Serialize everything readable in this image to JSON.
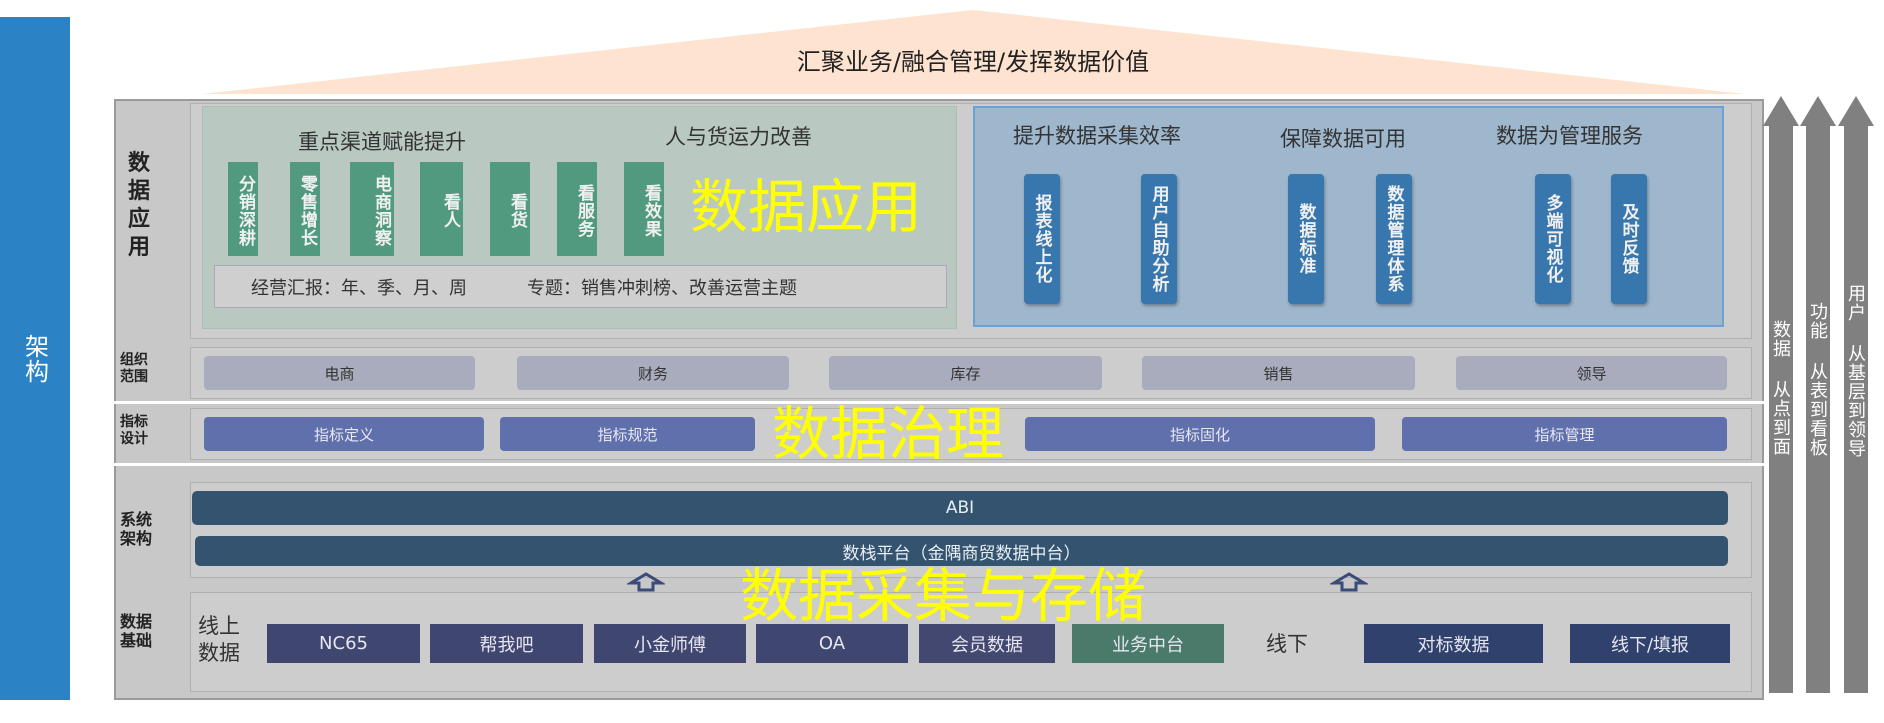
{
  "sidebar": {
    "label": "架构"
  },
  "roof": {
    "title": "汇聚业务/融合管理/发挥数据价值"
  },
  "rows": {
    "app_label": "数据应用",
    "org_label": "组织范围",
    "idx_label": "指标设计",
    "sys_label": "系统架构",
    "base_label": "数据基础"
  },
  "green_panel": {
    "heading1": "重点渠道赋能提升",
    "heading2": "人与货运力改善",
    "boxes": [
      "分销深耕",
      "零售增长",
      "电商洞察",
      "看人",
      "看货",
      "看服务",
      "看效果"
    ],
    "report": "经营汇报：年、季、月、周",
    "topic": "专题：销售冲刺榜、改善运营主题"
  },
  "blue_panel": {
    "heading1": "提升数据采集效率",
    "heading2": "保障数据可用",
    "heading3": "数据为管理服务",
    "boxes": [
      "报表线上化",
      "用户自助分析",
      "数据标准",
      "数据管理体系",
      "多端可视化",
      "及时反馈"
    ]
  },
  "org": [
    "电商",
    "财务",
    "库存",
    "销售",
    "领导"
  ],
  "indicators": [
    "指标定义",
    "指标规范",
    "指标固化",
    "指标管理"
  ],
  "system": {
    "abi": "ABI",
    "platform": "数栈平台（金隅商贸数据中台）"
  },
  "base": {
    "online_label": "线上数据",
    "offline_label": "线下",
    "online": [
      "NC65",
      "帮我吧",
      "小金师傅",
      "OA",
      "会员数据",
      "业务中台"
    ],
    "offline": [
      "对标数据",
      "线下/填报"
    ]
  },
  "overlay": {
    "app": "数据应用",
    "gov": "数据治理",
    "store": "数据采集与存储"
  },
  "arrows": [
    "数据 从点到面",
    "功能 从表到看板",
    "用户 从基层到领导"
  ],
  "colors": {
    "sidebar": "#2b83c6",
    "overlay": "#ffff00",
    "green_box": "#519a80",
    "blue_box": "#3777ad",
    "index_pill": "#6070ad",
    "dark_bar": "#33536f"
  }
}
